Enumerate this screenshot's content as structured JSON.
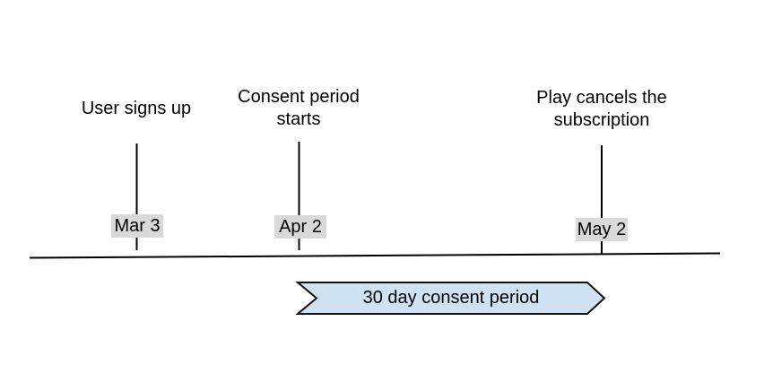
{
  "events": [
    {
      "title": "User signs up",
      "date": "Mar 3"
    },
    {
      "title": "Consent period starts",
      "date": "Apr 2"
    },
    {
      "title": "Play cancels the subscription",
      "date": "May 2"
    }
  ],
  "period": {
    "label": "30 day consent period"
  },
  "colors": {
    "background": "#ffffff",
    "line": "#000000",
    "date_bg": "#d9d9d9",
    "arrow_fill": "#cfe2f3",
    "arrow_stroke": "#111111",
    "text": "#000000"
  }
}
